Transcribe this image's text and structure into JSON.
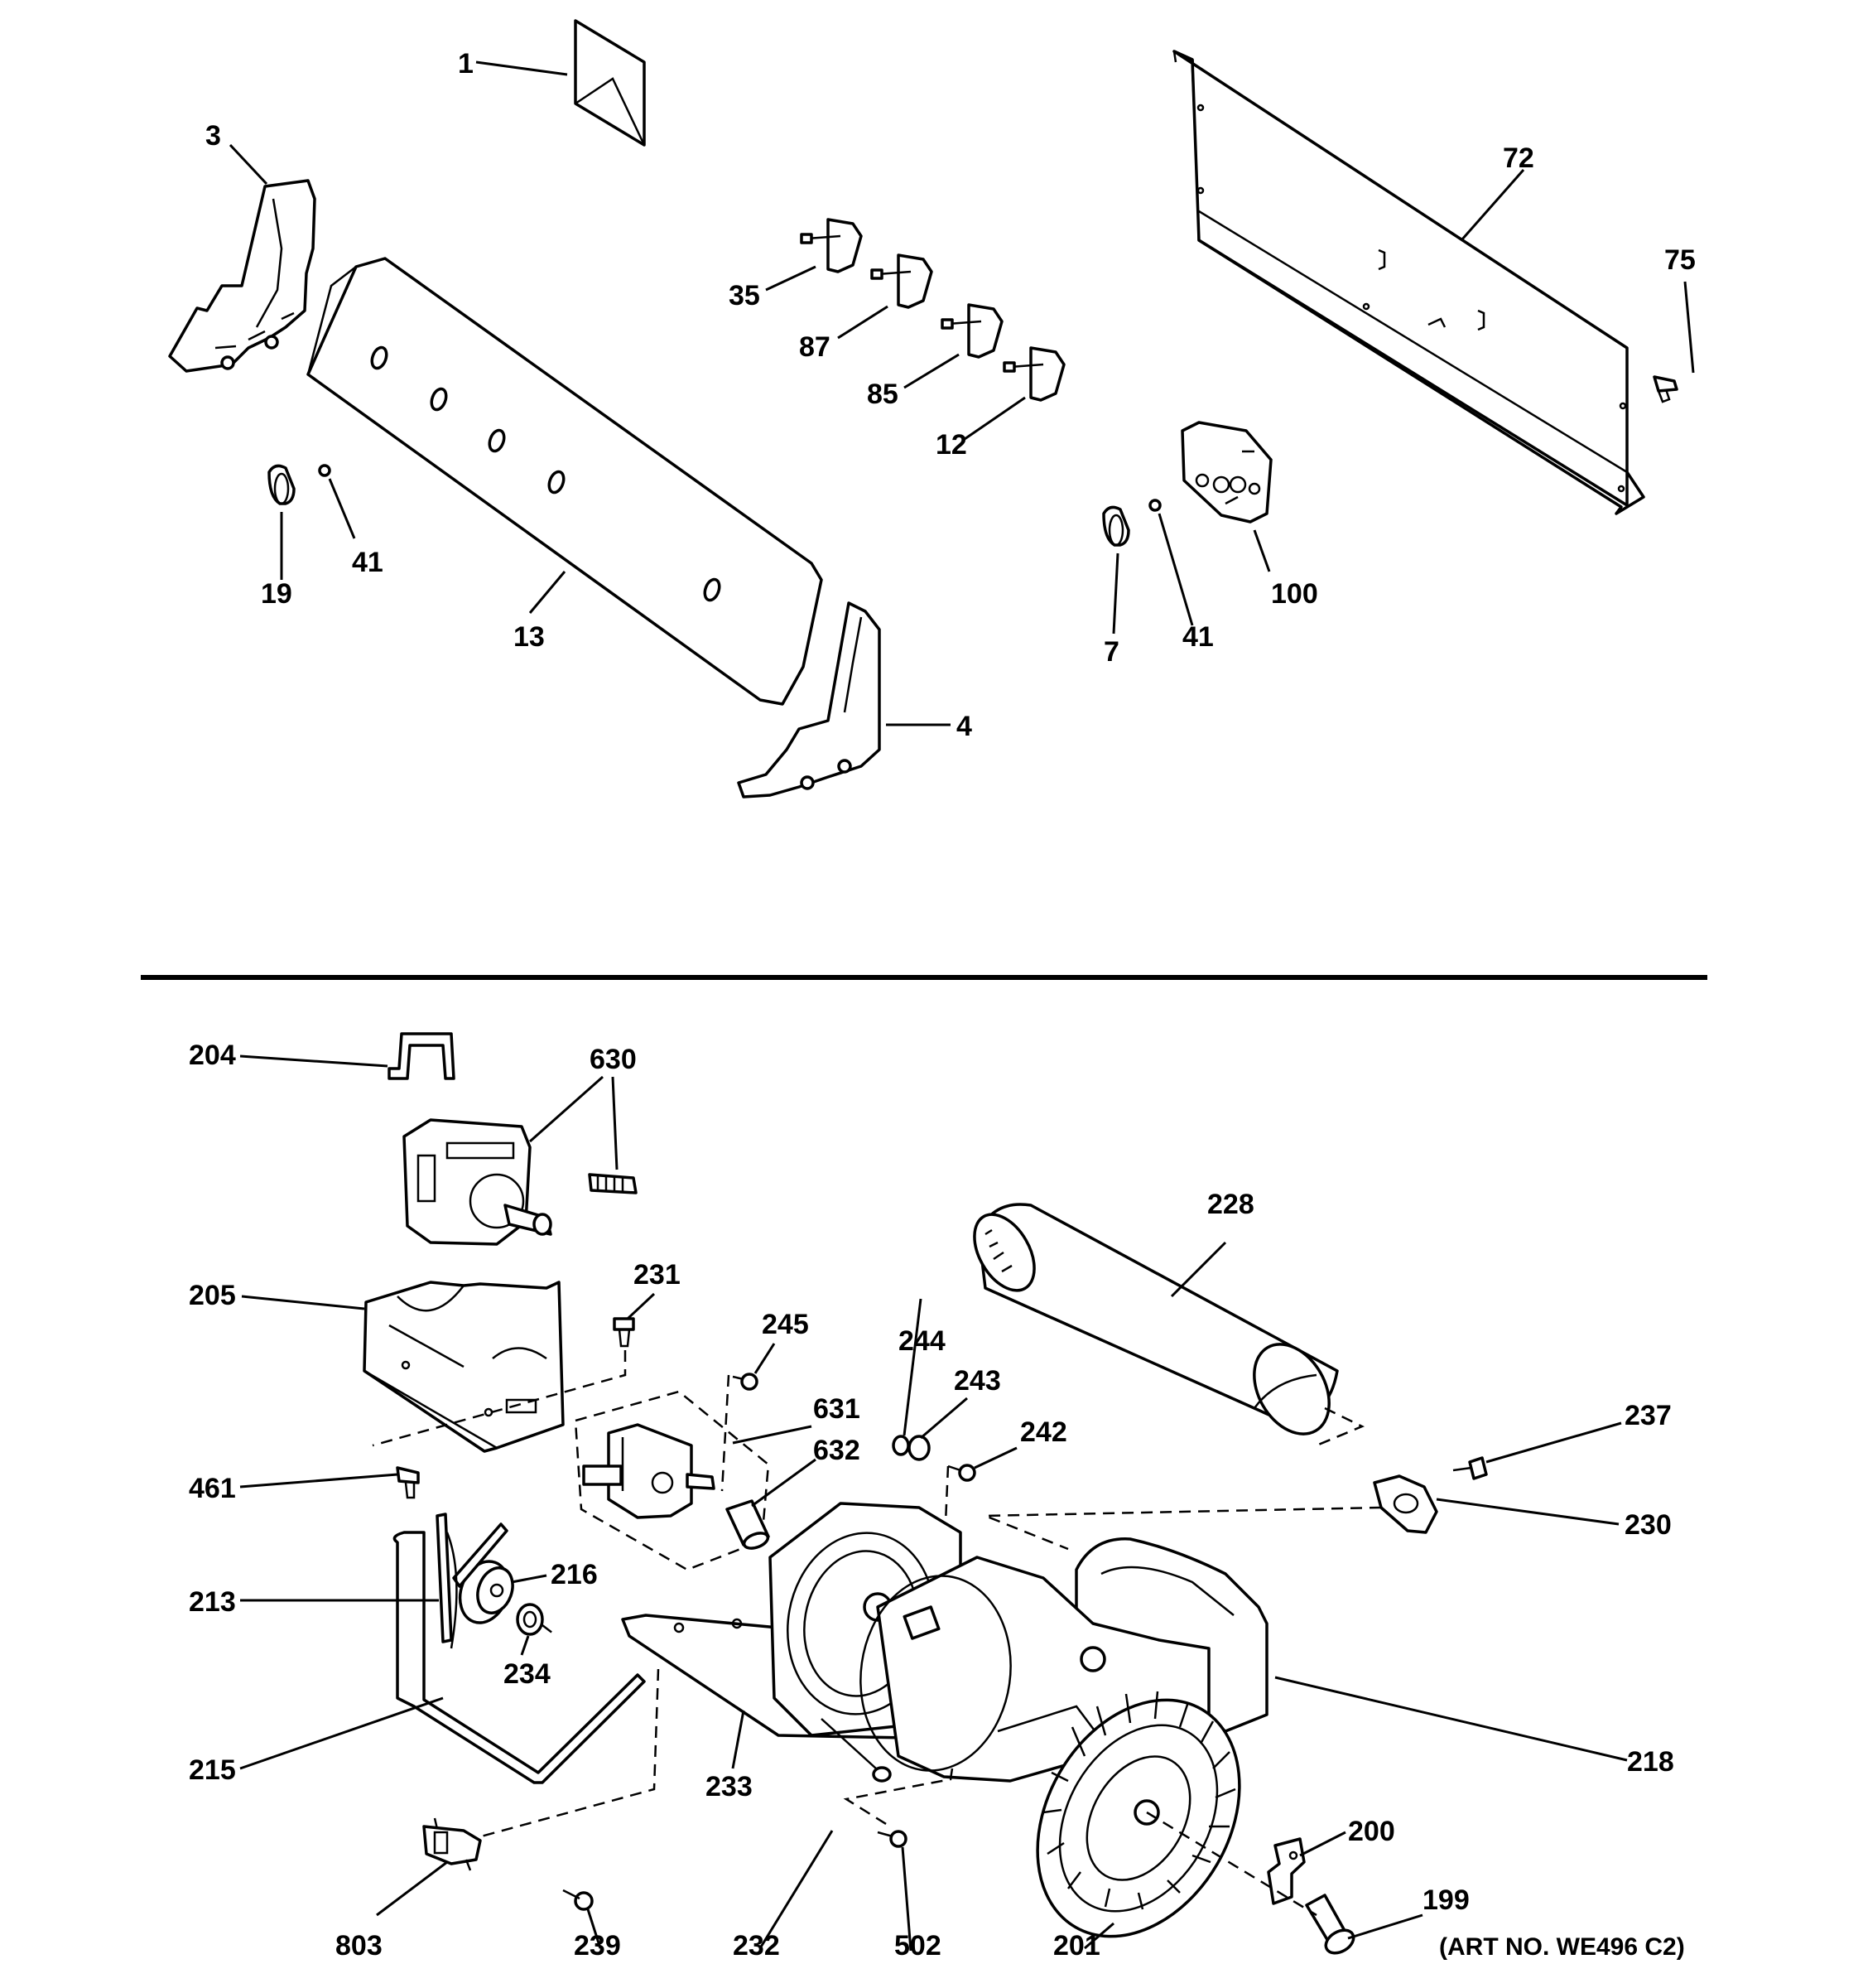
{
  "labels": {
    "p1": "1",
    "p3": "3",
    "p72": "72",
    "p75": "75",
    "p35": "35",
    "p87": "87",
    "p85": "85",
    "p12": "12",
    "p19": "19",
    "p41a": "41",
    "p13": "13",
    "p100": "100",
    "p7": "7",
    "p41b": "41",
    "p4": "4",
    "p204": "204",
    "p630": "630",
    "p228": "228",
    "p205": "205",
    "p231": "231",
    "p245": "245",
    "p244": "244",
    "p243": "243",
    "p631": "631",
    "p242": "242",
    "p632": "632",
    "p237": "237",
    "p461": "461",
    "p230": "230",
    "p216": "216",
    "p213": "213",
    "p234": "234",
    "p218": "218",
    "p215": "215",
    "p233": "233",
    "p200": "200",
    "p199": "199",
    "p803": "803",
    "p239": "239",
    "p232": "232",
    "p502": "502",
    "p201": "201"
  },
  "art_number": "(ART NO. WE496 C2)"
}
